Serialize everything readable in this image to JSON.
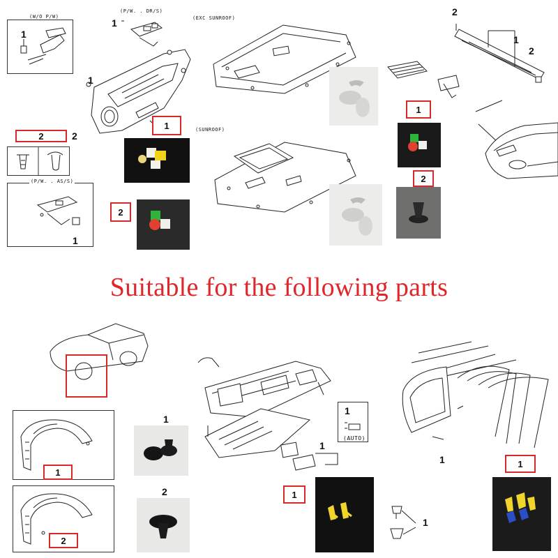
{
  "headline": "Suitable for the following parts",
  "top_left": {
    "wo_pw_label": "(W/O P/W)",
    "wo_pw_num": "1",
    "pw_dr_label": "(P/W. . DR/S)",
    "pw_dr_num": "1",
    "door_num_1": "1",
    "door_num_2": "2",
    "legend_box_num": "2",
    "pw_as_label": "(P/W. . AS/S)",
    "pw_as_num": "1",
    "photo1_num": "1",
    "photo2_num": "2"
  },
  "top_center": {
    "exc_sunroof_label": "(EXC SUNROOF)",
    "sunroof_label": "(SUNROOF)"
  },
  "top_right": {
    "cowl_num_2a": "2",
    "cowl_num_1": "1",
    "cowl_num_2b": "2",
    "box_num_1": "1",
    "box_num_2": "2"
  },
  "bottom_left": {
    "fender_box_num_1": "1",
    "fender_box_num_2": "2",
    "photo_num_1": "1",
    "photo_num_2": "2"
  },
  "bottom_center": {
    "auto_label": "(AUTO)",
    "auto_num": "1",
    "dash_num": "1",
    "box_num": "1",
    "small_num": "1"
  },
  "bottom_right": {
    "door_num": "1",
    "box_num": "1"
  },
  "colors": {
    "accent_red": "#d42a2a",
    "headline_red": "#e0262a"
  }
}
